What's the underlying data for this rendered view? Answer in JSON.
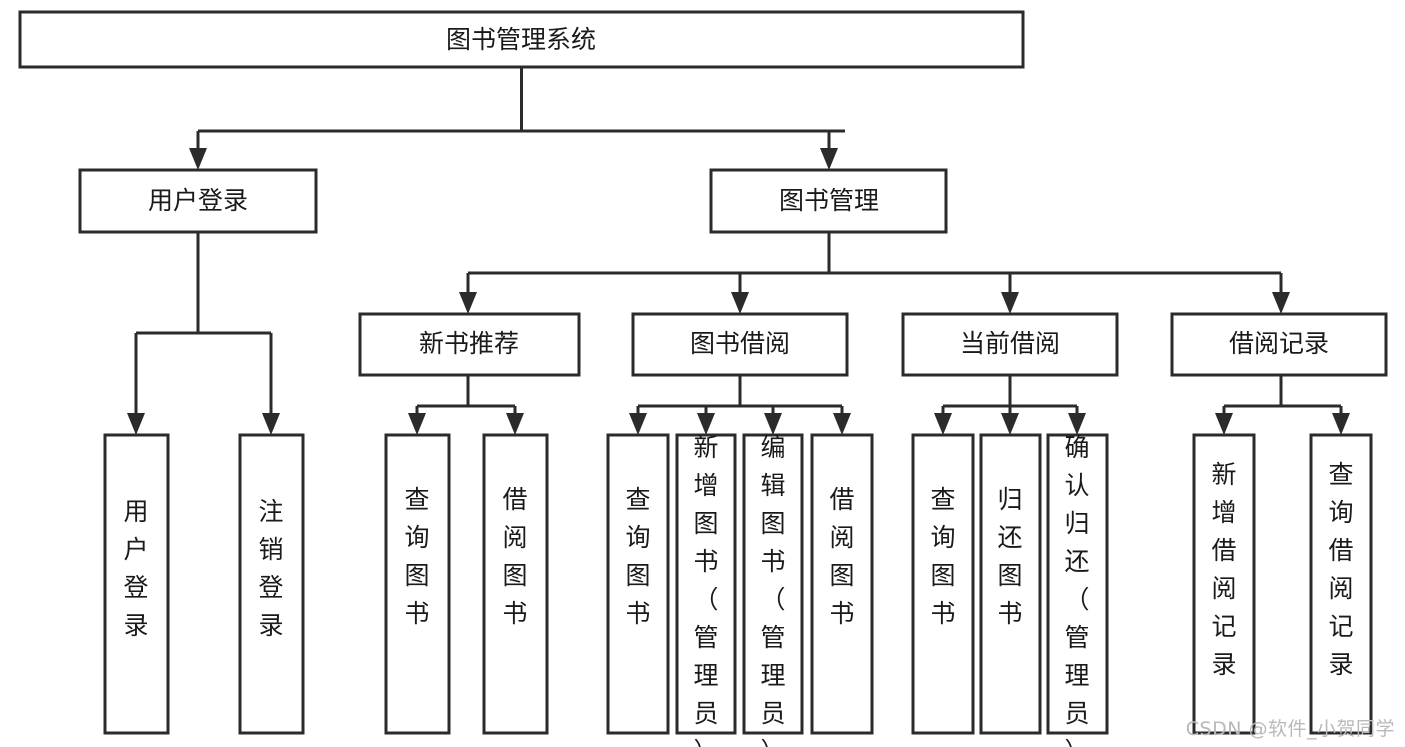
{
  "diagram": {
    "title": "图书管理系统",
    "type": "tree",
    "orientation": "top-down",
    "root": {
      "label": "图书管理系统",
      "level": 0
    },
    "level1": [
      {
        "label": "用户登录"
      },
      {
        "label": "图书管理"
      }
    ],
    "level2": [
      {
        "label": "新书推荐"
      },
      {
        "label": "图书借阅"
      },
      {
        "label": "当前借阅"
      },
      {
        "label": "借阅记录"
      }
    ],
    "leaves": {
      "user_login": [
        {
          "label": "用户登录"
        },
        {
          "label": "注销登录"
        }
      ],
      "new_book_recommend": [
        {
          "label": "查询图书"
        },
        {
          "label": "借阅图书"
        }
      ],
      "book_borrow": [
        {
          "label": "查询图书"
        },
        {
          "label": "新增图书（管理员）"
        },
        {
          "label": "编辑图书（管理员）"
        },
        {
          "label": "借阅图书"
        }
      ],
      "current_borrow": [
        {
          "label": "查询图书"
        },
        {
          "label": "归还图书"
        },
        {
          "label": "确认归还（管理员）"
        }
      ],
      "borrow_record": [
        {
          "label": "新增借阅记录"
        },
        {
          "label": "查询借阅记录"
        }
      ]
    }
  },
  "watermark": {
    "text": "CSDN @软件_小贺同学"
  },
  "colors": {
    "stroke": "#2b2b2b",
    "fill": "#ffffff",
    "text": "#1a1a1a",
    "watermark": "#b9b9b9"
  }
}
